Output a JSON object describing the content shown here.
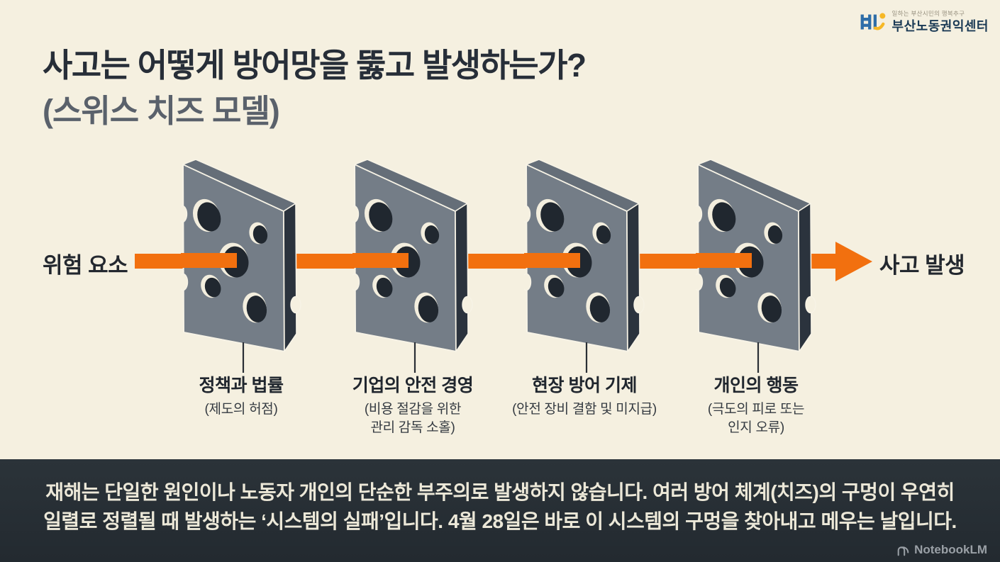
{
  "page": {
    "background_color": "#f5f0e0",
    "footer_background_color": "#262d33",
    "accent_orange": "#f2700f",
    "cheese_gray": "#747d87",
    "cheese_edge_dark": "#2b333d"
  },
  "header": {
    "logo_tagline": "일하는 부산시민의 행복추구",
    "logo_org_name": "부산노동권익센터"
  },
  "title": {
    "line1": "사고는 어떻게 방어망을 뚫고 발생하는가?",
    "line2": "(스위스 치즈 모델)"
  },
  "diagram": {
    "source_label": "위험 요소",
    "result_label": "사고 발생",
    "slices": [
      {
        "title": "정책과 법률",
        "sub1": "(제도의 허점)",
        "sub2": ""
      },
      {
        "title": "기업의 안전 경영",
        "sub1": "(비용 절감을 위한",
        "sub2": "관리 감독 소홀)"
      },
      {
        "title": "현장 방어 기제",
        "sub1": "(안전 장비 결함 및 미지급)",
        "sub2": ""
      },
      {
        "title": "개인의 행동",
        "sub1": "(극도의 피로 또는",
        "sub2": "인지 오류)"
      }
    ]
  },
  "footer": {
    "line1": "재해는 단일한 원인이나 노동자 개인의 단순한 부주의로 발생하지 않습니다. 여러 방어 체계(치즈)의 구멍이 우연히",
    "line2": "일렬로 정렬될 때 발생하는 ‘시스템의 실패’입니다. 4월 28일은 바로 이 시스템의 구멍을 찾아내고 메우는 날입니다.",
    "watermark": "NotebookLM"
  }
}
